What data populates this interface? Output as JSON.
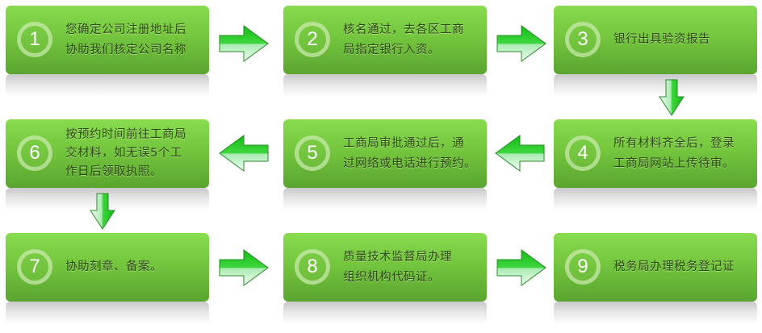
{
  "diagram": {
    "title": "",
    "steps": [
      {
        "number": "1",
        "lines": [
          "您确定公司注册地址后",
          "协助我们核定公司名称"
        ]
      },
      {
        "number": "2",
        "lines": [
          "核名通过，去各区工商",
          "局指定银行入资。"
        ]
      },
      {
        "number": "3",
        "lines": [
          "银行出具验资报告"
        ]
      },
      {
        "number": "4",
        "lines": [
          "所有材料齐全后，登录",
          "工商局网站上传待审。"
        ]
      },
      {
        "number": "5",
        "lines": [
          "工商局审批通过后，通",
          "过网络或电话进行预约。"
        ]
      },
      {
        "number": "6",
        "lines": [
          "按预约时间前往工商局",
          "交材料，如无误5个工",
          "作日后领取执照。"
        ]
      },
      {
        "number": "7",
        "lines": [
          "协助刻章、备案。"
        ]
      },
      {
        "number": "8",
        "lines": [
          "质量技术监督局办理",
          "组织机构代码证。"
        ]
      },
      {
        "number": "9",
        "lines": [
          "税务局办理税务登记证"
        ]
      }
    ],
    "flow": [
      "1→2",
      "2→3",
      "3↓4",
      "4←5",
      "5←6",
      "6↓7",
      "7→8",
      "8→9"
    ],
    "colors": {
      "box_top": "#88dc4e",
      "box_bottom": "#5aa530",
      "arrow_green": "#1fc21f",
      "text": "#2e4a18"
    }
  }
}
